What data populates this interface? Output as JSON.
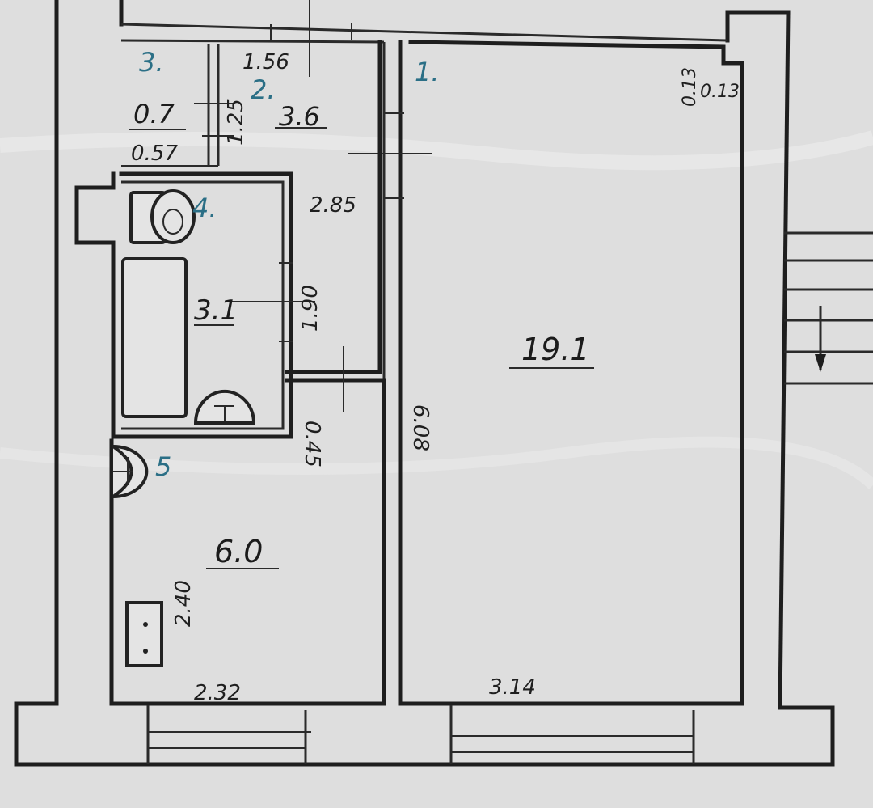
{
  "rooms": [
    {
      "number": "1.",
      "area": "19.1"
    },
    {
      "number": "2.",
      "area": "3.6"
    },
    {
      "number": "3.",
      "area": "0.7"
    },
    {
      "number": "4.",
      "area": "3.1"
    },
    {
      "number": "5",
      "area": "6.0"
    }
  ],
  "dimensions": {
    "corridor_top": "1.56",
    "closet_height": "1.25",
    "closet_width": "0.57",
    "hall_length": "2.85",
    "bath_length": "1.90",
    "door_gap": "0.45",
    "kitchen_depth": "2.40",
    "kitchen_width": "2.32",
    "living_length": "6.08",
    "living_width": "3.14",
    "wall_offset_a": "0.13",
    "wall_offset_b": "0.13"
  },
  "colors": {
    "paper": "#dcdcdc",
    "ink": "#1e1e1e",
    "room_number_ink": "#2b6f86"
  }
}
